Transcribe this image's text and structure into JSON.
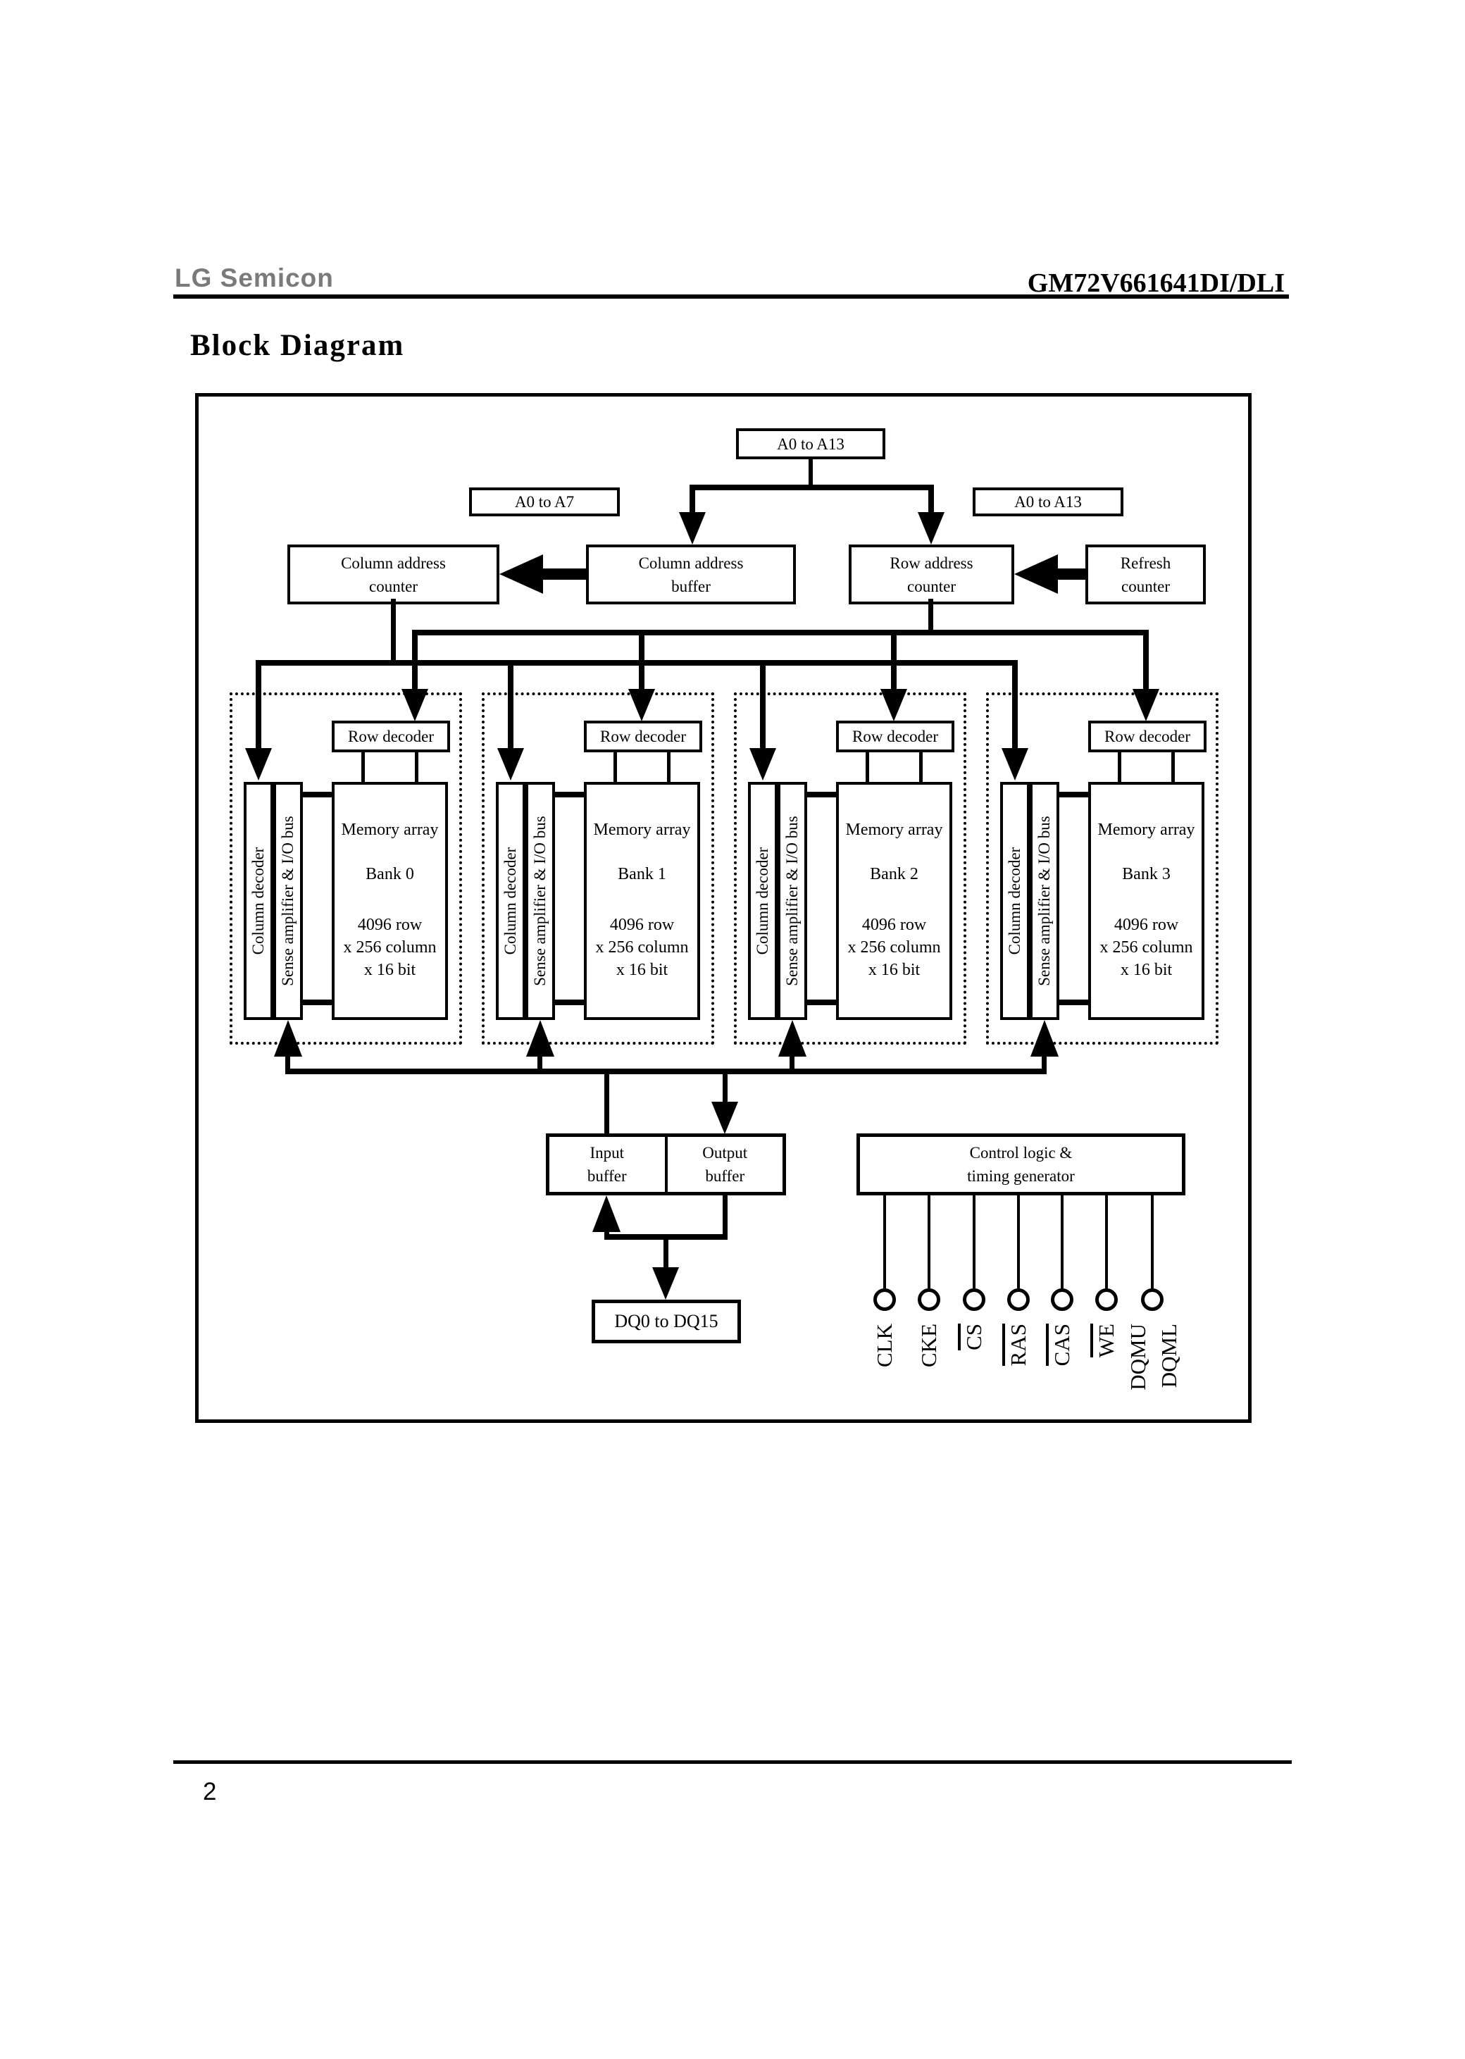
{
  "header": {
    "logo": "LG Semicon",
    "part_number": "GM72V661641DI/DLI"
  },
  "title": "Block Diagram",
  "footer": {
    "page_number": "2"
  },
  "colors": {
    "ink": "#000000",
    "logo_gray": "#7a7a7a"
  },
  "diagram": {
    "top_address_label": "A0 to A13",
    "column_address_range_label": "A0 to A7",
    "row_address_range_label": "A0  to A13",
    "column_address_counter": [
      "Column address",
      "counter"
    ],
    "column_address_buffer": [
      "Column address",
      "buffer"
    ],
    "row_address_counter": [
      "Row address",
      "counter"
    ],
    "refresh_counter": [
      "Refresh",
      "counter"
    ],
    "bank_common": {
      "row_decoder": "Row decoder",
      "column_decoder": "Column decoder",
      "sense_amplifier": "Sense amplifier & I/O bus",
      "memory_array": "Memory  array",
      "size_lines": [
        "4096 row",
        "x 256 column",
        "x 16 bit"
      ]
    },
    "banks": [
      {
        "label": "Bank 0"
      },
      {
        "label": "Bank 1"
      },
      {
        "label": "Bank 2"
      },
      {
        "label": "Bank 3"
      }
    ],
    "input_buffer": [
      "Input",
      "buffer"
    ],
    "output_buffer": [
      "Output",
      "buffer"
    ],
    "control_logic": [
      "Control logic &",
      "timing generator"
    ],
    "dq_label": "DQ0 to DQ15",
    "pins": [
      {
        "label": "CLK",
        "overline": false
      },
      {
        "label": "CKE",
        "overline": false
      },
      {
        "label": "CS",
        "overline": true
      },
      {
        "label": "RAS",
        "overline": true
      },
      {
        "label": "CAS",
        "overline": true
      },
      {
        "label": "WE",
        "overline": true
      },
      {
        "label": "DQMU",
        "overline": false
      },
      {
        "label": "DQML",
        "overline": false
      }
    ]
  }
}
